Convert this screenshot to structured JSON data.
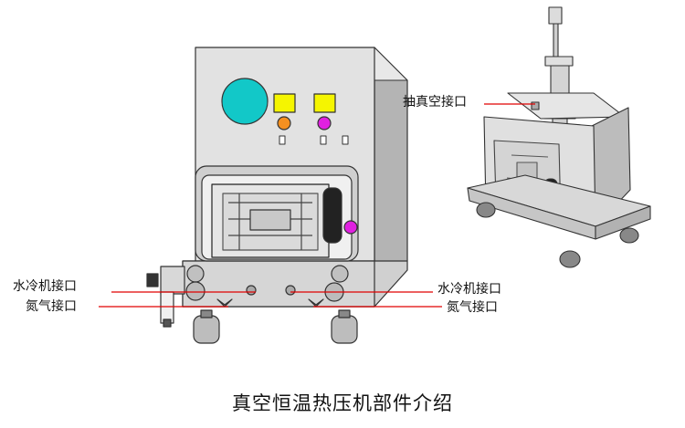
{
  "labels": {
    "water_cool_left": "水冷机接口",
    "nitrogen_left": "氮气接口",
    "water_cool_right": "水冷机接口",
    "nitrogen_right": "氮气接口",
    "vacuum_port": "抽真空接口"
  },
  "caption": "真空恒温热压机部件介绍",
  "colors": {
    "leader_line": "#e00000",
    "panel_cyan": "#12c8c8",
    "indicator_yellow": "#f5f500",
    "button_orange": "#f59020",
    "button_magenta": "#e020e0",
    "machine_body": "#dcdcdc"
  }
}
